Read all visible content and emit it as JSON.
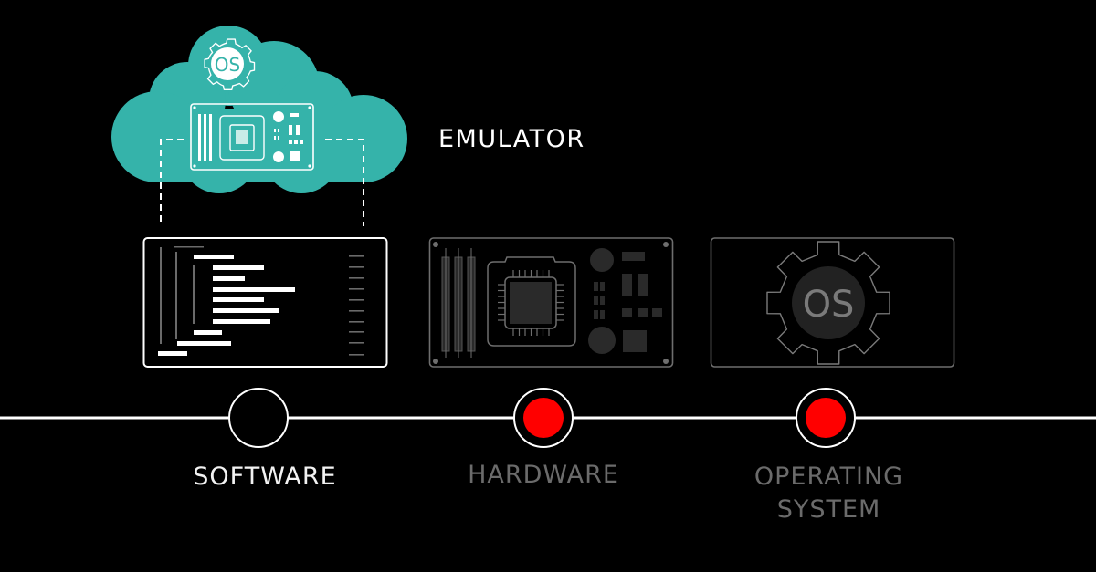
{
  "emulator": {
    "title": "EMULATOR",
    "cloud_color": "#35B3AA",
    "os_badge_text": "OS"
  },
  "stages": [
    {
      "id": "software",
      "label": "SOFTWARE",
      "status": "emulated",
      "label_color": "#f2f2f2",
      "marker": "hollow"
    },
    {
      "id": "hardware",
      "label": "HARDWARE",
      "status": "not-emulated",
      "label_color": "#6b6b6b",
      "marker": "red-dot"
    },
    {
      "id": "operating-system",
      "label_line1": "OPERATING",
      "label_line2": "SYSTEM",
      "status": "not-emulated",
      "label_color": "#6b6b6b",
      "marker": "red-dot"
    }
  ],
  "os_panel": {
    "badge_text": "OS"
  },
  "colors": {
    "background": "#000000",
    "timeline": "#ffffff",
    "marker_red": "#ff0000",
    "muted_stroke": "#6e6e6e",
    "muted_fill": "#2a2a2a"
  }
}
